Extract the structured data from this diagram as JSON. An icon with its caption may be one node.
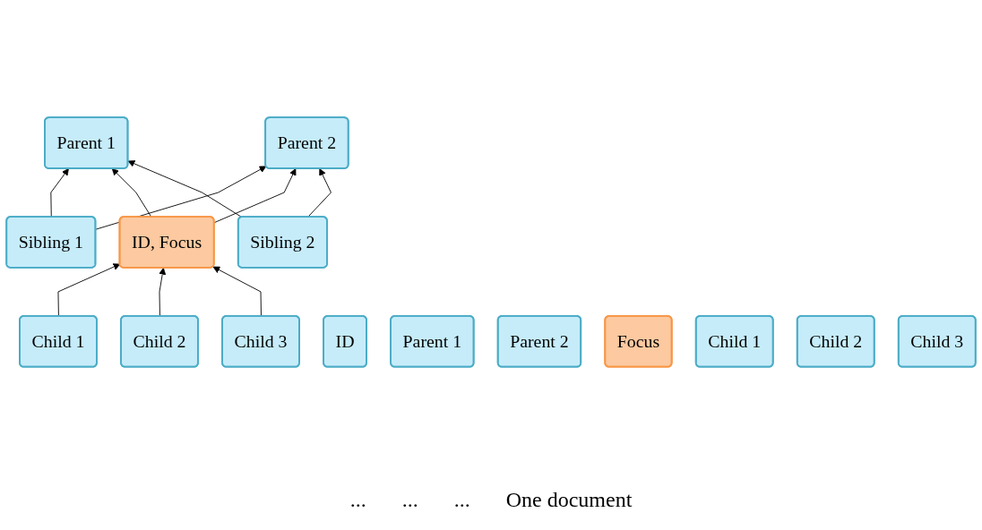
{
  "diagram": {
    "nodes": [
      {
        "text": [
          "Parent 1"
        ]
      },
      {
        "text": [
          "Parent 2"
        ]
      },
      {
        "text": [
          "Sibling 1"
        ]
      },
      {
        "text": [
          "ID, Focus"
        ]
      },
      {
        "text": [
          "Sibling 2"
        ]
      },
      {
        "text": [
          "Child 1"
        ]
      },
      {
        "text": [
          "Child 2"
        ]
      },
      {
        "text": [
          "Child 3"
        ]
      },
      {
        "text": [
          "ID"
        ]
      },
      {
        "text": [
          "Parent 1"
        ]
      },
      {
        "text": [
          "Parent 2"
        ]
      },
      {
        "text": [
          "Focus"
        ]
      },
      {
        "text": [
          "Child 1"
        ]
      },
      {
        "text": [
          "Child 2"
        ]
      },
      {
        "text": [
          "Child 3"
        ]
      }
    ],
    "edges": [
      {
        "from": 2,
        "to": 0,
        "arrow": "to"
      },
      {
        "from": 2,
        "to": 1,
        "arrow": "to"
      },
      {
        "from": 3,
        "to": 0,
        "arrow": "to"
      },
      {
        "from": 3,
        "to": 1,
        "arrow": "to"
      },
      {
        "from": 4,
        "to": 0,
        "arrow": "to"
      },
      {
        "from": 4,
        "to": 1,
        "arrow": "to"
      },
      {
        "from": 5,
        "to": 3,
        "arrow": "to"
      },
      {
        "from": 6,
        "to": 3,
        "arrow": "to"
      },
      {
        "from": 7,
        "to": 3,
        "arrow": "to"
      }
    ],
    "labels": [
      "...",
      "...",
      "...",
      "One document"
    ]
  }
}
